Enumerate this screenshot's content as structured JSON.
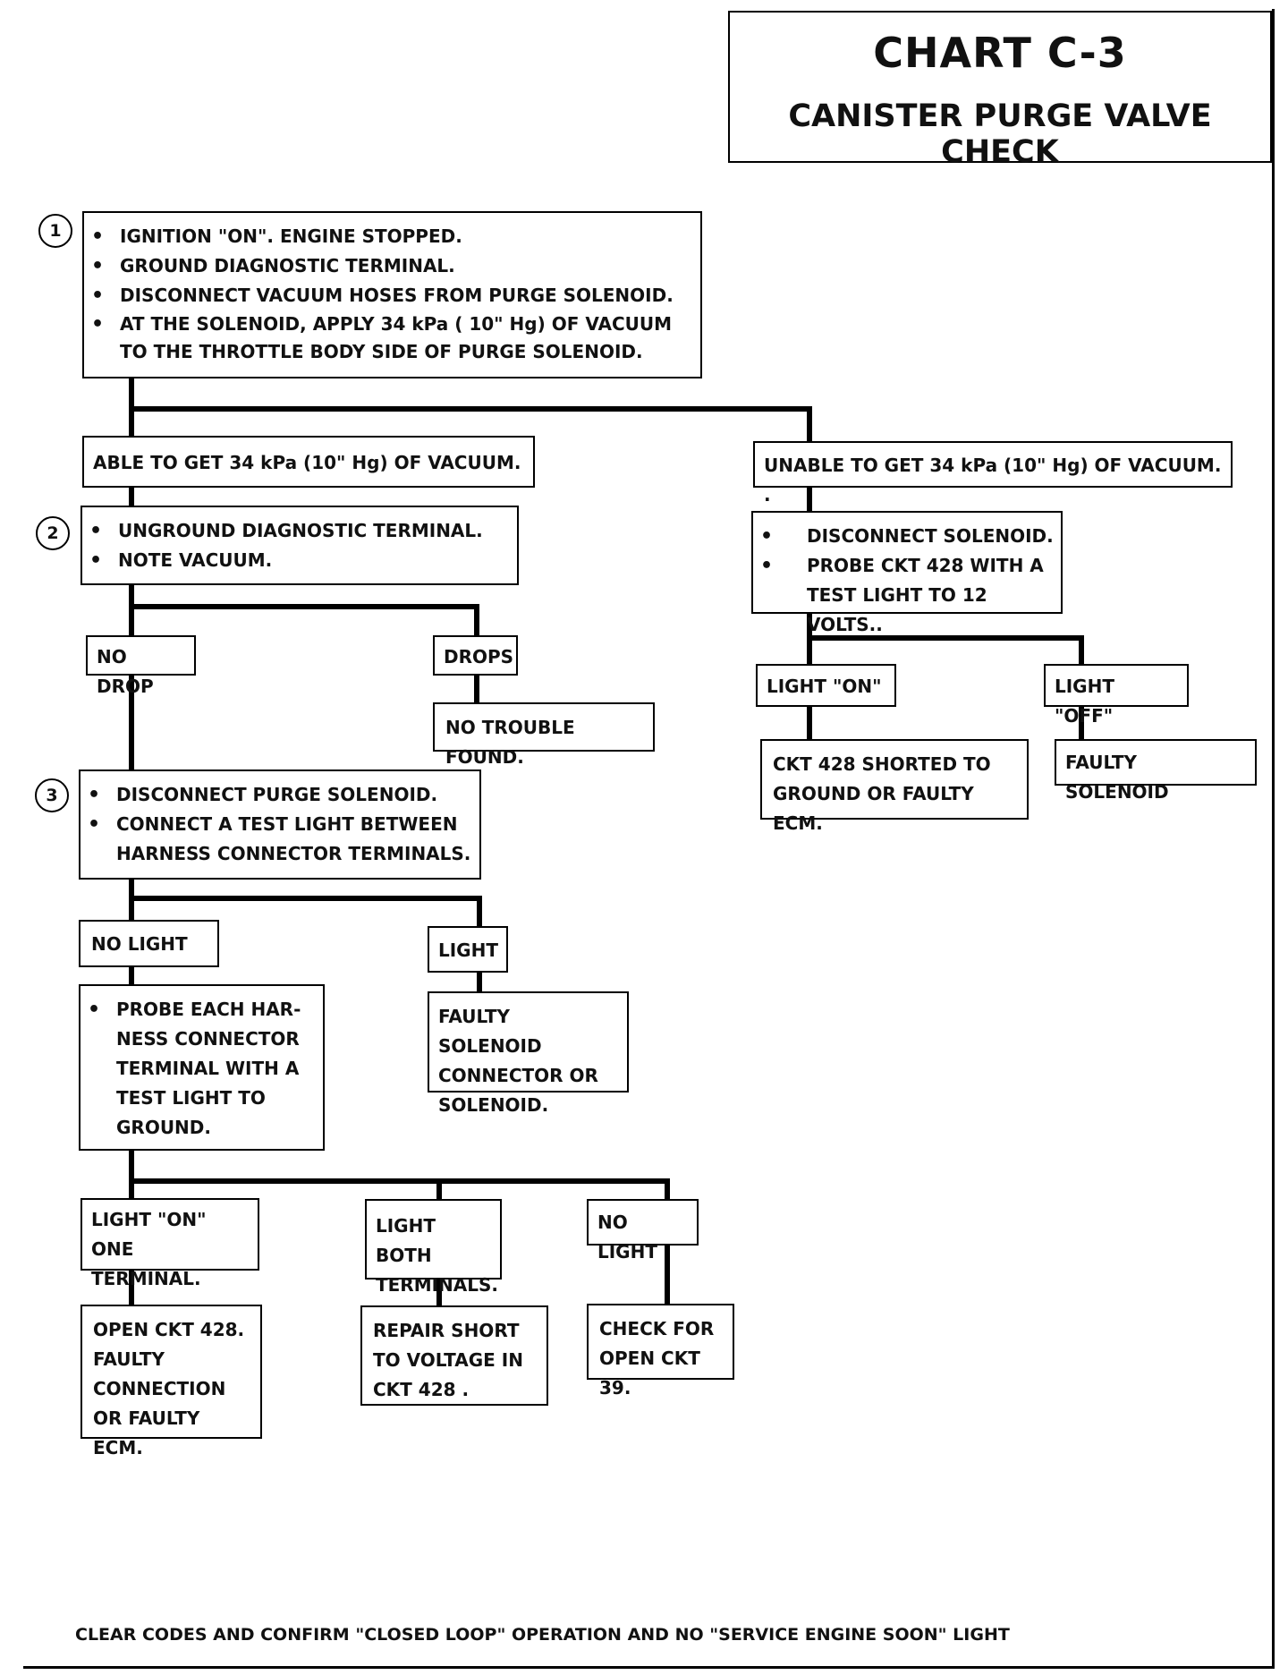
{
  "title": "CHART C-3",
  "subtitle": "CANISTER PURGE VALVE CHECK",
  "steps": {
    "s1": "1",
    "s2": "2",
    "s3": "3"
  },
  "nodes": {
    "n1": [
      "IGNITION \"ON\".  ENGINE STOPPED.",
      "GROUND DIAGNOSTIC TERMINAL.",
      "DISCONNECT  VACUUM HOSES FROM PURGE  SOLENOID.",
      "AT THE SOLENOID,  APPLY 34 kPa ( 10\" Hg) OF VACUUM TO THE THROTTLE BODY SIDE OF PURGE SOLENOID."
    ],
    "able": "ABLE TO GET 34 kPa (10\" Hg) OF VACUUM.",
    "unable": "UNABLE TO GET 34 kPa (10\" Hg) OF VACUUM. .",
    "n2": [
      "UNGROUND DIAGNOSTIC TERMINAL.",
      "NOTE  VACUUM."
    ],
    "disconnect_probe": [
      "DISCONNECT SOLENOID.",
      "PROBE CKT 428 WITH A TEST LIGHT TO 12 VOLTS.."
    ],
    "no_drop": "NO DROP",
    "drops": "DROPS",
    "no_trouble": "NO TROUBLE FOUND.",
    "light_on_r": "LIGHT \"ON\"",
    "light_off_r": "LIGHT \"OFF\"",
    "ckt_shorted": "CKT 428 SHORTED TO GROUND OR FAULTY ECM.",
    "faulty_solenoid_r": "FAULTY SOLENOID",
    "n3": [
      "DISCONNECT PURGE SOLENOID.",
      "CONNECT A TEST LIGHT BETWEEN HARNESS CONNECTOR TERMINALS."
    ],
    "no_light": "NO LIGHT",
    "light": "LIGHT",
    "faulty_connector": "FAULTY SOLENOID CONNECTOR OR SOLENOID.",
    "probe_each": [
      "PROBE EACH HAR-NESS CONNECTOR TERMINAL WITH  A TEST LIGHT TO GROUND."
    ],
    "light_on_one": "LIGHT \"ON\" ONE TERMINAL.",
    "light_both": "LIGHT BOTH TERMINALS.",
    "no_light_2": "NO LIGHT",
    "open_ckt_428": "OPEN CKT 428. FAULTY CONNECTION OR FAULTY ECM.",
    "repair_short": "REPAIR SHORT TO VOLTAGE IN CKT 428 .",
    "check_open": "CHECK FOR OPEN CKT 39."
  },
  "footer": "CLEAR CODES AND CONFIRM \"CLOSED LOOP\" OPERATION AND NO \"SERVICE ENGINE SOON\" LIGHT"
}
